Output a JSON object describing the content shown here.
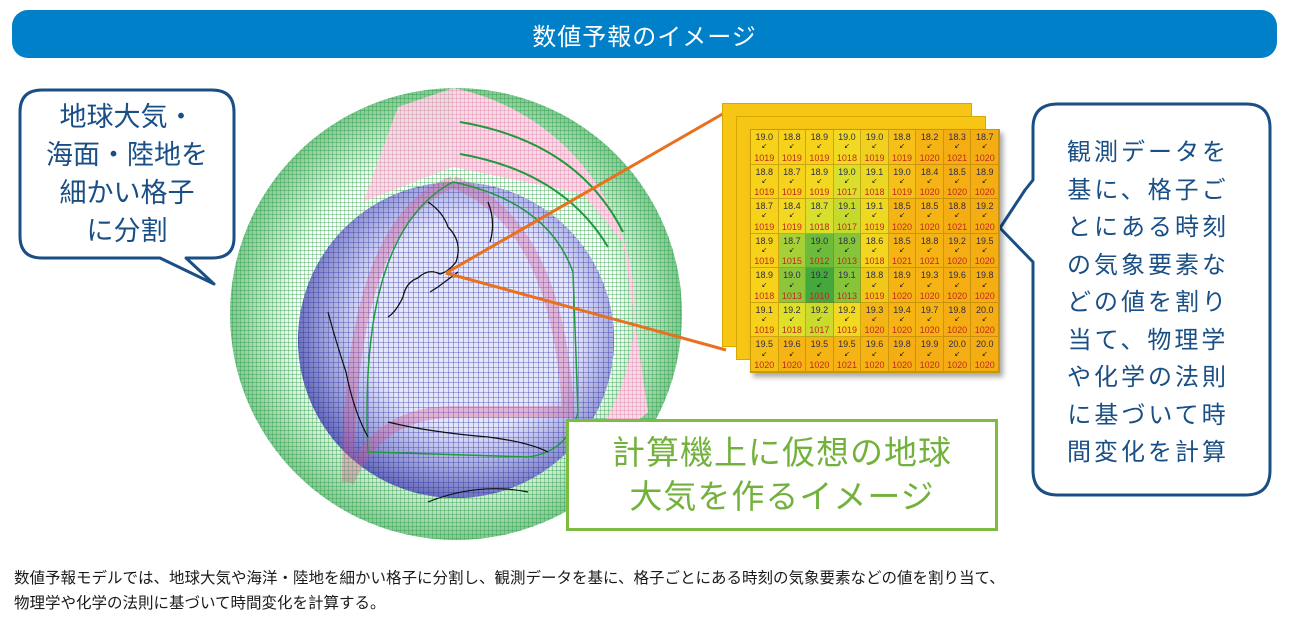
{
  "header": {
    "title": "数値予報のイメージ"
  },
  "left_callout": {
    "lines": [
      "地球大気・",
      "海面・陸地を",
      "細かい格子",
      "に分割"
    ]
  },
  "right_callout": {
    "lines": [
      "観測データを",
      "基に、格子ご",
      "とにある時刻",
      "の気象要素な",
      "どの値を割り",
      "当て、物理学",
      "や化学の法則",
      "に基づいて時",
      "間変化を計算"
    ]
  },
  "green_label": {
    "lines": [
      "計算機上に仮想の地球",
      "大気を作るイメージ"
    ]
  },
  "caption": {
    "lines": [
      "数値予報モデルでは、地球大気や海洋・陸地を細かい格子に分割し、観測データを基に、格子ごとにある時刻の気象要素などの値を割り当て、",
      "物理学や化学の法則に基づいて時間変化を計算する。"
    ]
  },
  "colors": {
    "title_bar": "#0080c8",
    "callout_border": "#1a4f86",
    "green_accent": "#7dbb42",
    "leader_line": "#e8701e",
    "outer_sphere": "#1f9a3c",
    "inner_sphere": "#3a3fb0"
  },
  "grid": {
    "rows": [
      [
        {
          "t": "19.0",
          "p": "1019"
        },
        {
          "t": "18.8",
          "p": "1019"
        },
        {
          "t": "18.9",
          "p": "1019"
        },
        {
          "t": "19.0",
          "p": "1018"
        },
        {
          "t": "19.0",
          "p": "1019"
        },
        {
          "t": "18.8",
          "p": "1019"
        },
        {
          "t": "18.2",
          "p": "1020"
        },
        {
          "t": "18.3",
          "p": "1021"
        },
        {
          "t": "18.7",
          "p": "1020"
        }
      ],
      [
        {
          "t": "18.8",
          "p": "1019"
        },
        {
          "t": "18.7",
          "p": "1019"
        },
        {
          "t": "18.9",
          "p": "1019"
        },
        {
          "t": "19.0",
          "p": "1017"
        },
        {
          "t": "19.1",
          "p": "1018"
        },
        {
          "t": "19.0",
          "p": "1019"
        },
        {
          "t": "18.4",
          "p": "1020"
        },
        {
          "t": "18.5",
          "p": "1020"
        },
        {
          "t": "18.9",
          "p": "1020"
        }
      ],
      [
        {
          "t": "18.7",
          "p": "1019"
        },
        {
          "t": "18.4",
          "p": "1019"
        },
        {
          "t": "18.7",
          "p": "1018"
        },
        {
          "t": "19.1",
          "p": "1017"
        },
        {
          "t": "19.1",
          "p": "1019"
        },
        {
          "t": "18.5",
          "p": "1020"
        },
        {
          "t": "18.5",
          "p": "1020"
        },
        {
          "t": "18.8",
          "p": "1021"
        },
        {
          "t": "19.2",
          "p": "1020"
        }
      ],
      [
        {
          "t": "18.9",
          "p": "1019"
        },
        {
          "t": "18.7",
          "p": "1015"
        },
        {
          "t": "19.0",
          "p": "1012"
        },
        {
          "t": "18.9",
          "p": "1013"
        },
        {
          "t": "18.6",
          "p": "1018"
        },
        {
          "t": "18.5",
          "p": "1021"
        },
        {
          "t": "18.8",
          "p": "1021"
        },
        {
          "t": "19.2",
          "p": "1020"
        },
        {
          "t": "19.5",
          "p": "1020"
        }
      ],
      [
        {
          "t": "18.9",
          "p": "1018"
        },
        {
          "t": "19.0",
          "p": "1013"
        },
        {
          "t": "19.2",
          "p": "1010"
        },
        {
          "t": "19.1",
          "p": "1013"
        },
        {
          "t": "18.8",
          "p": "1019"
        },
        {
          "t": "18.9",
          "p": "1020"
        },
        {
          "t": "19.3",
          "p": "1020"
        },
        {
          "t": "19.6",
          "p": "1020"
        },
        {
          "t": "19.8",
          "p": "1020"
        }
      ],
      [
        {
          "t": "19.1",
          "p": "1019"
        },
        {
          "t": "19.2",
          "p": "1018"
        },
        {
          "t": "19.2",
          "p": "1017"
        },
        {
          "t": "19.2",
          "p": "1019"
        },
        {
          "t": "19.3",
          "p": "1020"
        },
        {
          "t": "19.4",
          "p": "1020"
        },
        {
          "t": "19.7",
          "p": "1020"
        },
        {
          "t": "19.8",
          "p": "1020"
        },
        {
          "t": "20.0",
          "p": "1020"
        }
      ],
      [
        {
          "t": "19.5",
          "p": "1020"
        },
        {
          "t": "19.6",
          "p": "1020"
        },
        {
          "t": "19.5",
          "p": "1020"
        },
        {
          "t": "19.5",
          "p": "1021"
        },
        {
          "t": "19.6",
          "p": "1020"
        },
        {
          "t": "19.8",
          "p": "1020"
        },
        {
          "t": "19.9",
          "p": "1020"
        },
        {
          "t": "20.0",
          "p": "1020"
        },
        {
          "t": "20.0",
          "p": "1020"
        }
      ]
    ],
    "cell_colors": [
      [
        "#f7d21a",
        "#f7d21a",
        "#f7d21a",
        "#f2da22",
        "#f2d020",
        "#f6c018",
        "#f6b414",
        "#f5ad14",
        "#f5ad14"
      ],
      [
        "#f7d21a",
        "#f7d21a",
        "#f3d820",
        "#d9df2c",
        "#ecd822",
        "#f6c018",
        "#f6b414",
        "#f5ad14",
        "#f5ad14"
      ],
      [
        "#f7d21a",
        "#f2d820",
        "#d9df2c",
        "#c6da2e",
        "#eed822",
        "#f6b414",
        "#f6b414",
        "#f5ad14",
        "#f5ad14"
      ],
      [
        "#f7d21a",
        "#a7cf36",
        "#6cbb3a",
        "#86c53a",
        "#f4d620",
        "#f6b414",
        "#f6b414",
        "#f5ad14",
        "#f5ad14"
      ],
      [
        "#f7d21a",
        "#8cc63a",
        "#45a83c",
        "#86c53a",
        "#f0c81a",
        "#f6b414",
        "#f6b414",
        "#f5ad14",
        "#f5ad14"
      ],
      [
        "#f7d21a",
        "#dfe02a",
        "#cadb2e",
        "#f2d820",
        "#f3b616",
        "#f6b414",
        "#f6b414",
        "#f5ad14",
        "#f5ad14"
      ],
      [
        "#f6c018",
        "#f6b414",
        "#f6b414",
        "#f6b414",
        "#f6b414",
        "#f5ad14",
        "#f5ad14",
        "#f5ad14",
        "#f5ad14"
      ]
    ],
    "arrow_glyph": "↙"
  }
}
